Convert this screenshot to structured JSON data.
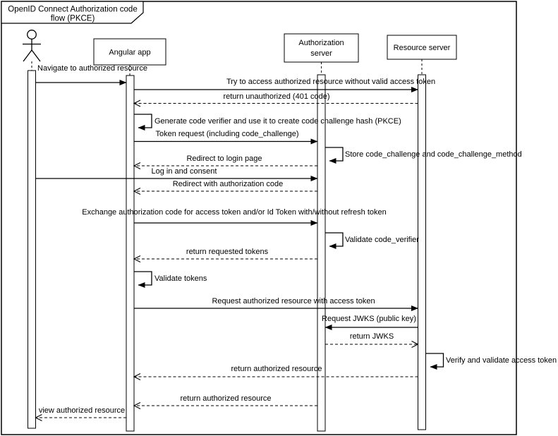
{
  "title": {
    "line1": "OpenID Connect Authorization code",
    "line2": "flow (PKCE)"
  },
  "participants": {
    "actor": {
      "type": "actor"
    },
    "angular_app": {
      "label": "Angular app"
    },
    "auth_server": {
      "line1": "Authorization",
      "line2": "server"
    },
    "resource_server": {
      "label": "Resource server"
    }
  },
  "messages": [
    {
      "from": "actor",
      "to": "angular_app",
      "style": "solid",
      "label": "Navigate to authorized resource"
    },
    {
      "from": "angular_app",
      "to": "resource_server",
      "style": "solid",
      "label": "Try to access authorized resource without valid access token"
    },
    {
      "from": "resource_server",
      "to": "angular_app",
      "style": "dashed",
      "label": "return unauthorized (401 code)"
    },
    {
      "from": "angular_app",
      "to": "angular_app",
      "style": "self",
      "label": "Generate code verifier and use it to create code challenge hash (PKCE)"
    },
    {
      "from": "angular_app",
      "to": "auth_server",
      "style": "solid",
      "label": "Token request (including code_challenge)"
    },
    {
      "from": "auth_server",
      "to": "auth_server",
      "style": "self",
      "label": "Store code_challenge and code_challenge_method"
    },
    {
      "from": "auth_server",
      "to": "angular_app",
      "style": "dashed",
      "label": "Redirect to login page"
    },
    {
      "from": "actor",
      "to": "auth_server",
      "style": "solid",
      "label": "Log in and consent"
    },
    {
      "from": "auth_server",
      "to": "angular_app",
      "style": "dashed",
      "label": "Redirect with authorization code"
    },
    {
      "from": "angular_app",
      "to": "auth_server",
      "style": "solid",
      "label": "Exchange authorization code for access token and/or Id Token with/without refresh token"
    },
    {
      "from": "auth_server",
      "to": "auth_server",
      "style": "self",
      "label": "Validate code_verifier"
    },
    {
      "from": "auth_server",
      "to": "angular_app",
      "style": "dashed",
      "label": "return requested tokens"
    },
    {
      "from": "angular_app",
      "to": "angular_app",
      "style": "self",
      "label": "Validate tokens"
    },
    {
      "from": "angular_app",
      "to": "resource_server",
      "style": "solid",
      "label": "Request authorized resource with access token"
    },
    {
      "from": "resource_server",
      "to": "auth_server",
      "style": "solid",
      "label": "Request JWKS (public key)"
    },
    {
      "from": "auth_server",
      "to": "resource_server",
      "style": "dashed",
      "label": "return JWKS"
    },
    {
      "from": "resource_server",
      "to": "resource_server",
      "style": "self",
      "label": "Verify and validate access token"
    },
    {
      "from": "resource_server",
      "to": "angular_app",
      "style": "dashed",
      "label": "return authorized resource"
    },
    {
      "from": "auth_server",
      "to": "angular_app",
      "style": "dashed",
      "label": "return authorized resource"
    },
    {
      "from": "angular_app",
      "to": "actor",
      "style": "dashed",
      "label": "view authorized resource"
    }
  ]
}
